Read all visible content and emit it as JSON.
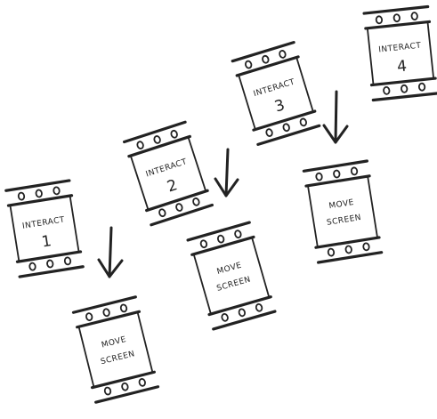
{
  "frames": {
    "interact_1": {
      "label": "INTERACT",
      "number": "1"
    },
    "interact_2": {
      "label": "INTERACT",
      "number": "2"
    },
    "interact_3": {
      "label": "INTERACT",
      "number": "3"
    },
    "interact_4": {
      "label": "INTERACT",
      "number": "4"
    },
    "move_1": {
      "line1": "MOVE",
      "line2": "SCREEN"
    },
    "move_2": {
      "line1": "MOVE",
      "line2": "SCREEN"
    },
    "move_3": {
      "line1": "MOVE",
      "line2": "SCREEN"
    }
  },
  "colors": {
    "ink": "#222222",
    "background": "#ffffff"
  }
}
